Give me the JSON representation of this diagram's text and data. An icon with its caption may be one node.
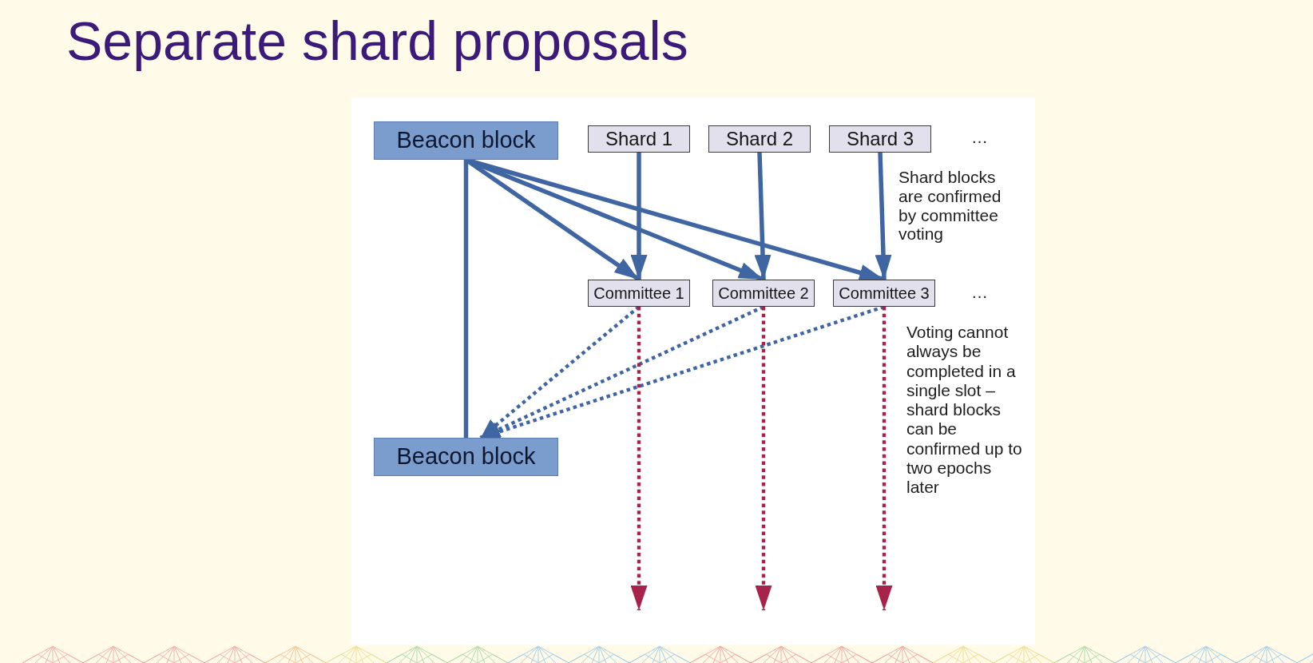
{
  "diagram": {
    "title": "Separate shard proposals",
    "nodes": [
      {
        "text": [
          "Beacon block"
        ]
      },
      {
        "text": [
          "Shard 1"
        ]
      },
      {
        "text": [
          "Shard 2"
        ]
      },
      {
        "text": [
          "Shard 3"
        ]
      },
      {
        "text": [
          "Committee 1"
        ]
      },
      {
        "text": [
          "Committee 2"
        ]
      },
      {
        "text": [
          "Committee 3"
        ]
      },
      {
        "text": [
          "Beacon block"
        ]
      }
    ],
    "edges": [
      {
        "from": 0,
        "to": 4,
        "arrow": "to"
      },
      {
        "from": 0,
        "to": 5,
        "arrow": "to"
      },
      {
        "from": 0,
        "to": 6,
        "arrow": "to"
      },
      {
        "from": 0,
        "to": 7,
        "arrow": "none"
      },
      {
        "from": 1,
        "to": 4,
        "arrow": "to"
      },
      {
        "from": 2,
        "to": 5,
        "arrow": "to"
      },
      {
        "from": 3,
        "to": 6,
        "arrow": "to"
      },
      {
        "from": 4,
        "to": 7,
        "arrow": "to",
        "style": "dashed"
      },
      {
        "from": 5,
        "to": 7,
        "arrow": "to",
        "style": "dashed"
      },
      {
        "from": 6,
        "to": 7,
        "arrow": "to",
        "style": "dashed"
      },
      {
        "from": 4,
        "to": null,
        "arrow": "to",
        "style": "dashed",
        "color": "#a8234b"
      },
      {
        "from": 5,
        "to": null,
        "arrow": "to",
        "style": "dashed",
        "color": "#a8234b"
      },
      {
        "from": 6,
        "to": null,
        "arrow": "to",
        "style": "dashed",
        "color": "#a8234b"
      }
    ],
    "labels": [
      "…",
      "Shard blocks are confirmed by committee voting",
      "…",
      "Voting cannot always be completed in a single slot – shard blocks can be confirmed up to two epochs later"
    ]
  }
}
